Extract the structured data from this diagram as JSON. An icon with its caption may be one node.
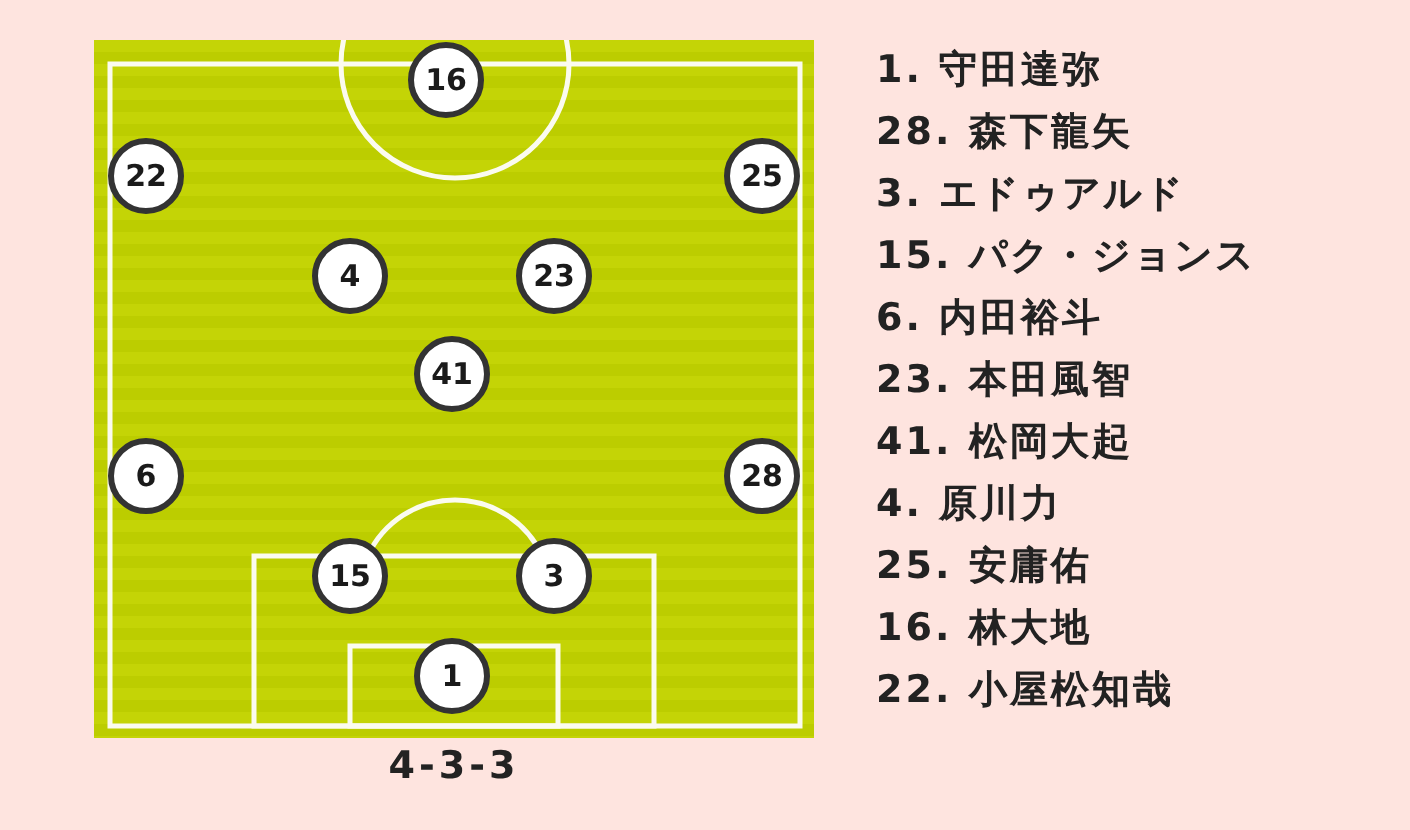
{
  "diagram": {
    "nodes": [
      {
        "text": [
          "16"
        ]
      },
      {
        "text": [
          "22"
        ]
      },
      {
        "text": [
          "25"
        ]
      },
      {
        "text": [
          "4"
        ]
      },
      {
        "text": [
          "23"
        ]
      },
      {
        "text": [
          "41"
        ]
      },
      {
        "text": [
          "6"
        ]
      },
      {
        "text": [
          "28"
        ]
      },
      {
        "text": [
          "15"
        ]
      },
      {
        "text": [
          "3"
        ]
      },
      {
        "text": [
          "1"
        ]
      }
    ],
    "edges": [],
    "labels": [
      "4-3-3",
      "1. 守田達弥",
      "28. 森下龍矢",
      "3. エドゥアルド",
      "15. パク・ジョンス",
      "6. 内田裕斗",
      "23. 本田風智",
      "41. 松岡大起",
      "4. 原川力",
      "25. 安庸佑",
      "16. 林大地",
      "22. 小屋松知哉"
    ]
  }
}
